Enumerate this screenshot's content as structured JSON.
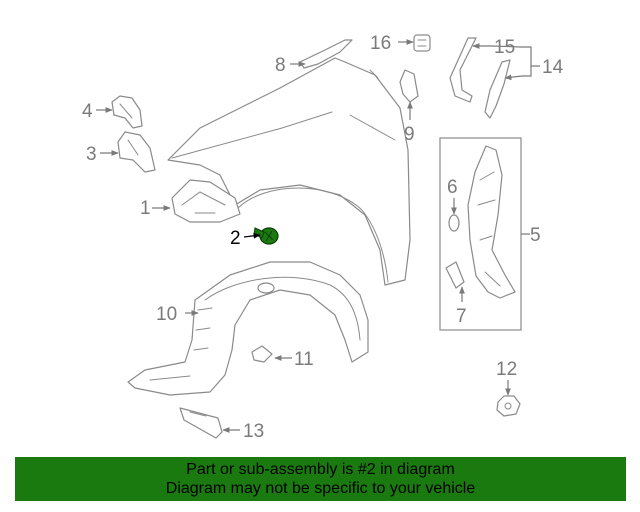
{
  "diagram": {
    "highlighted_part": "2",
    "highlight_color": "#1a7a10",
    "labels": {
      "p1": "1",
      "p2": "2",
      "p3": "3",
      "p4": "4",
      "p5": "5",
      "p6": "6",
      "p7": "7",
      "p8": "8",
      "p9": "9",
      "p10": "10",
      "p11": "11",
      "p12": "12",
      "p13": "13",
      "p14": "14",
      "p15": "15",
      "p16": "16"
    }
  },
  "banner": {
    "line1": "Part or sub-assembly is #2 in diagram",
    "line2": "Diagram may not be specific to your vehicle",
    "background": "#1a7a10"
  }
}
